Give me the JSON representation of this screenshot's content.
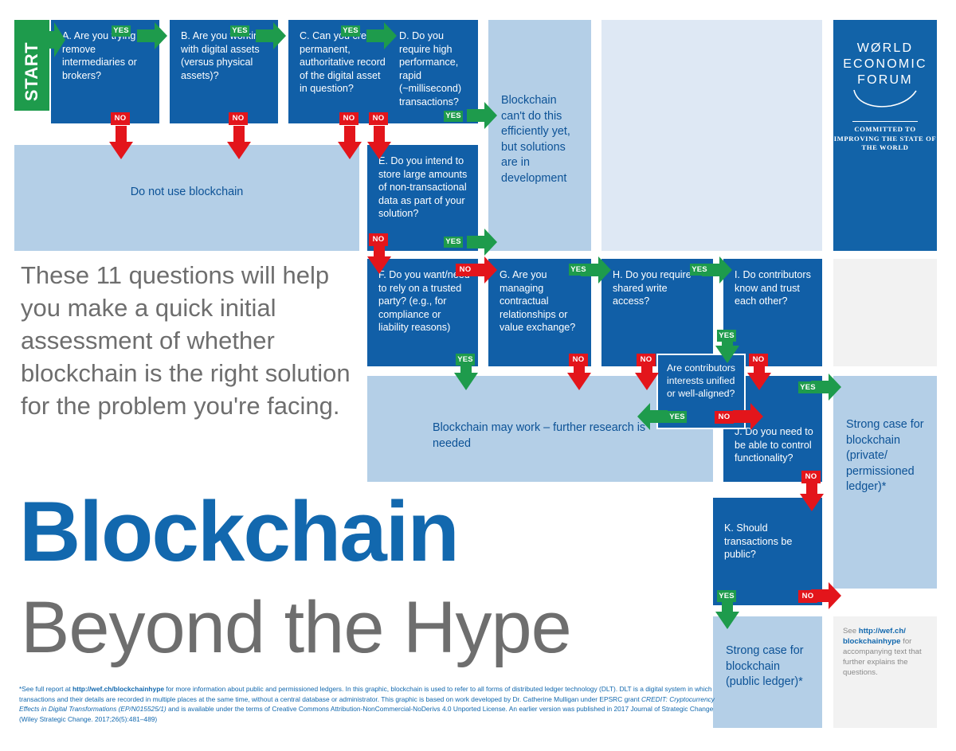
{
  "meta": {
    "start_label": "START",
    "yes_label": "YES",
    "no_label": "NO"
  },
  "title": {
    "main": "Blockchain",
    "sub": "Beyond the Hype"
  },
  "intro": {
    "text": "These 11 questions will help you make a quick initial assessment of whether blockchain is the right solution for the problem you're facing."
  },
  "questions": {
    "a": "A. Are you trying to remove intermediaries or brokers?",
    "b": "B. Are you working with digital assets (versus physical assets)?",
    "c": "C. Can you create a permanent, authoritative record of the digital  asset in question?",
    "d": "D. Do you require high performance, rapid (~millisecond) transactions?",
    "e": "E. Do you intend to store large amounts of non-transactional data as part of your solution?",
    "f": "F. Do you want/need to rely on a trusted party? (e.g., for compliance or liability reasons)",
    "g": "G. Are you managing contractual relationships or value exchange?",
    "h": "H. Do you require shared write access?",
    "i": "I. Do contributors know and trust each other?",
    "aligned": "Are contributors interests unified or well-aligned?",
    "j": "J. Do you need to be able to control functionality?",
    "k": "K. Should transactions be public?"
  },
  "outcomes": {
    "do_not_use": "Do not use blockchain",
    "cant_do": "Blockchain can't do this efficiently yet, but solutions are in development",
    "may_work": "Blockchain may work – further research is needed",
    "strong_private": "Strong case for blockchain (private/ permissioned ledger)*",
    "strong_public": "Strong case for blockchain (public ledger)*"
  },
  "logo": {
    "line1": "WØRLD",
    "line2": "ECONOMIC",
    "line3": "FORUM",
    "tagline": "COMMITTED TO IMPROVING THE STATE OF THE WORLD"
  },
  "see_note": {
    "prefix": "See ",
    "link": "http://wef.ch/ blockchainhype",
    "suffix": " for accompanying text that further explains the questions."
  },
  "footnote": {
    "part1": "*See full report at ",
    "link1": "http://wef.ch/blockchainhype",
    "part2": " for more information about public and permissioned ledgers. In this graphic, blockchain is used to refer to all forms of distributed ledger technology (DLT). DLT is a digital system in which transactions and their details are recorded in multiple places at the same time, without a central database or administrator. This graphic is based on work developed by Dr. Catherine Mulligan under EPSRC grant ",
    "italic1": "CREDIT: Cryptocurrency Effects in Digital Transformations (EP/N015525/1)",
    "part3": " and is available under the terms of Creative Commons Attribution-NonCommercial-NoDerivs 4.0 Unported License. An earlier version was published in 2017 Journal of Strategic Change (Wiley Strategic Change. 2017;26(5):481–489)"
  },
  "colors": {
    "deep_blue": "#115FA7",
    "light_blue": "#B4CFE7",
    "pale_blue": "#DEE8F4",
    "pale_grey": "#F2F2F2",
    "green": "#1E9B4C",
    "red": "#E3151B",
    "text_grey": "#6E6E6E",
    "brand_blue": "#1268AE"
  }
}
